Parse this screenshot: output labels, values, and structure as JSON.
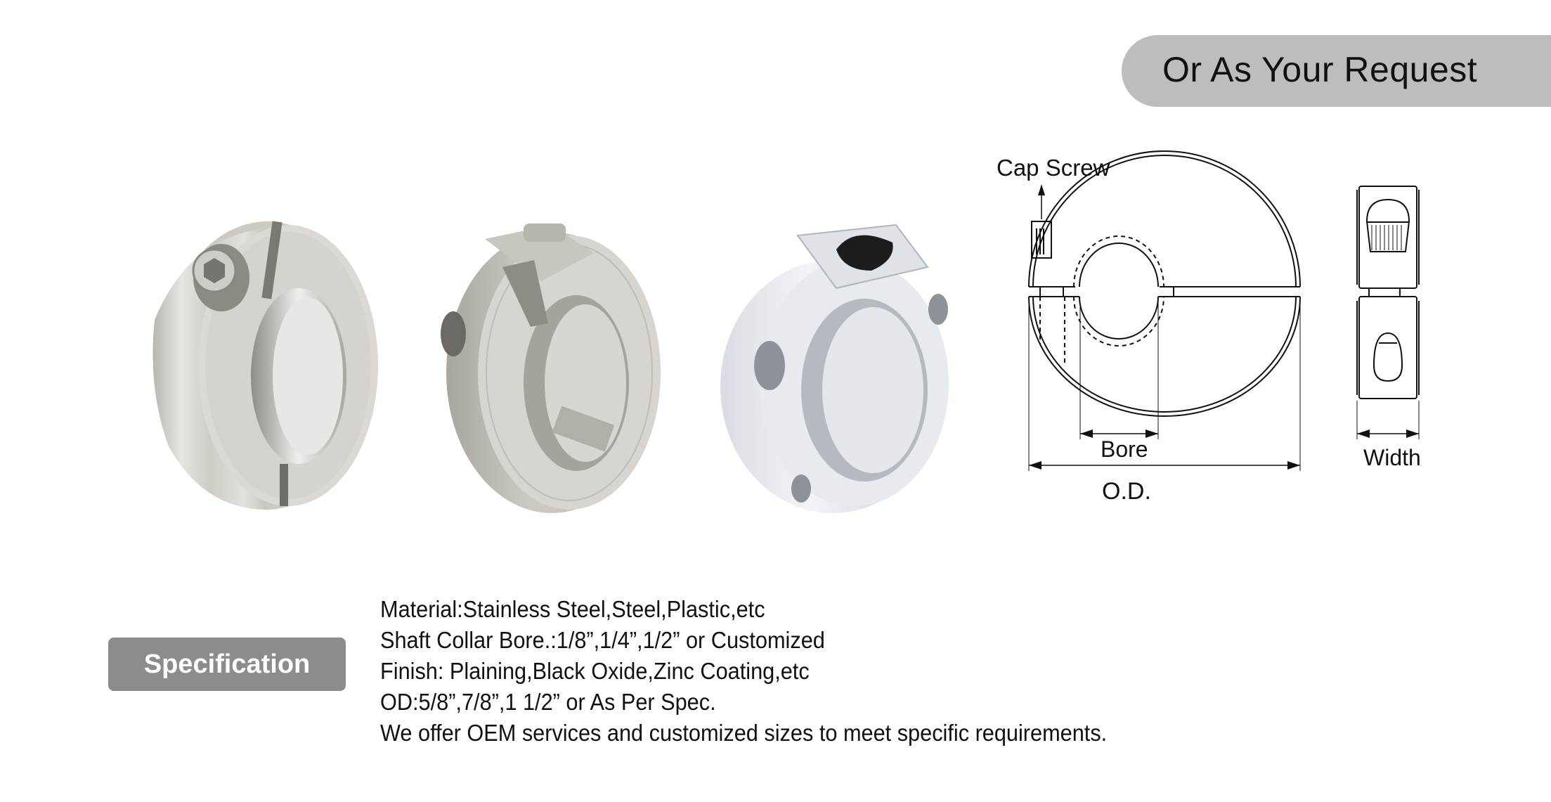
{
  "banner": {
    "title": "Or As Your Request",
    "background": "#bdbdbd"
  },
  "products": [
    {
      "name": "Stainless steel one-piece clamp collar with cap screw",
      "finish": "stainless"
    },
    {
      "name": "Stainless steel one-piece clamp collar, side view",
      "finish": "stainless"
    },
    {
      "name": "Zinc coated one-piece clamp collar with black oxide screw",
      "finish": "zinc"
    }
  ],
  "diagram": {
    "labels": {
      "cap_screw": "Cap Screw",
      "bore": "Bore",
      "od": "O.D.",
      "width": "Width"
    }
  },
  "specification": {
    "badge_label": "Specification",
    "badge_color": "#8c8c8c",
    "lines": [
      "Material:Stainless Steel,Steel,Plastic,etc",
      "Shaft Collar Bore.:1/8”,1/4”,1/2” or Customized",
      "Finish: Plaining,Black Oxide,Zinc Coating,etc",
      "OD:5/8”,7/8”,1 1/2” or As Per Spec.",
      "We offer OEM services and customized sizes to meet specific requirements."
    ]
  }
}
